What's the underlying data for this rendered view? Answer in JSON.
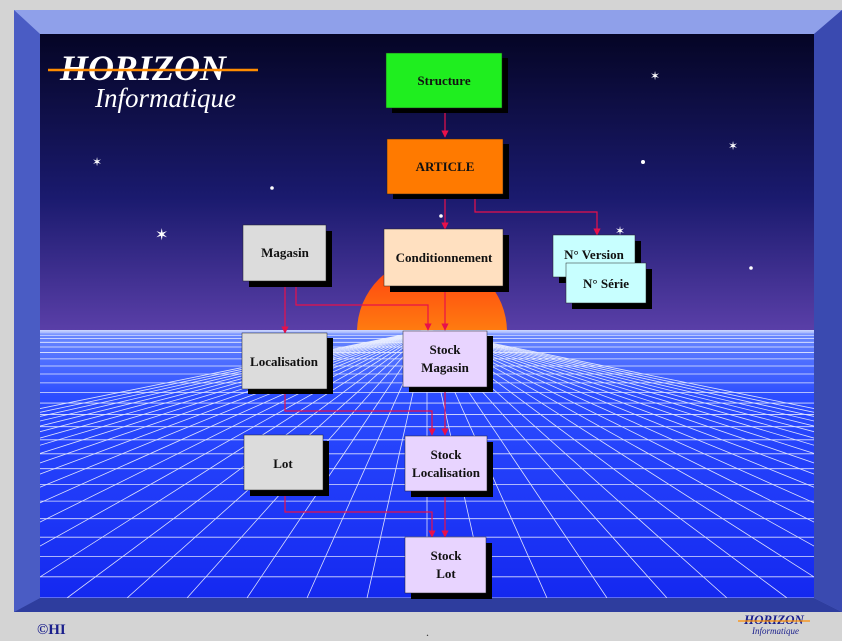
{
  "logo": {
    "brand": "HORIZON",
    "subtitle": "Informatique"
  },
  "boxes": {
    "structure": "Structure",
    "article": "ARTICLE",
    "magasin": "Magasin",
    "conditionnement": "Conditionnement",
    "version": "N° Version",
    "serie": "N° Série",
    "localisation": "Localisation",
    "stock_magasin": [
      "Stock",
      "Magasin"
    ],
    "lot": "Lot",
    "stock_localisation": [
      "Stock",
      "Localisation"
    ],
    "stock_lot": [
      "Stock",
      "Lot"
    ]
  },
  "footer": {
    "copyright": "©HI",
    "center_mark": ".",
    "brand": "HORIZON",
    "subtitle": "Informatique"
  },
  "colors": {
    "structure": "#1fee1f",
    "article": "#ff7a00",
    "magasin": "#dcdcdc",
    "conditionnement": "#ffe0c0",
    "version": "#c8ffff",
    "stock": "#e8d4ff",
    "arrow": "#e8104a",
    "grid": "#ffffff"
  }
}
